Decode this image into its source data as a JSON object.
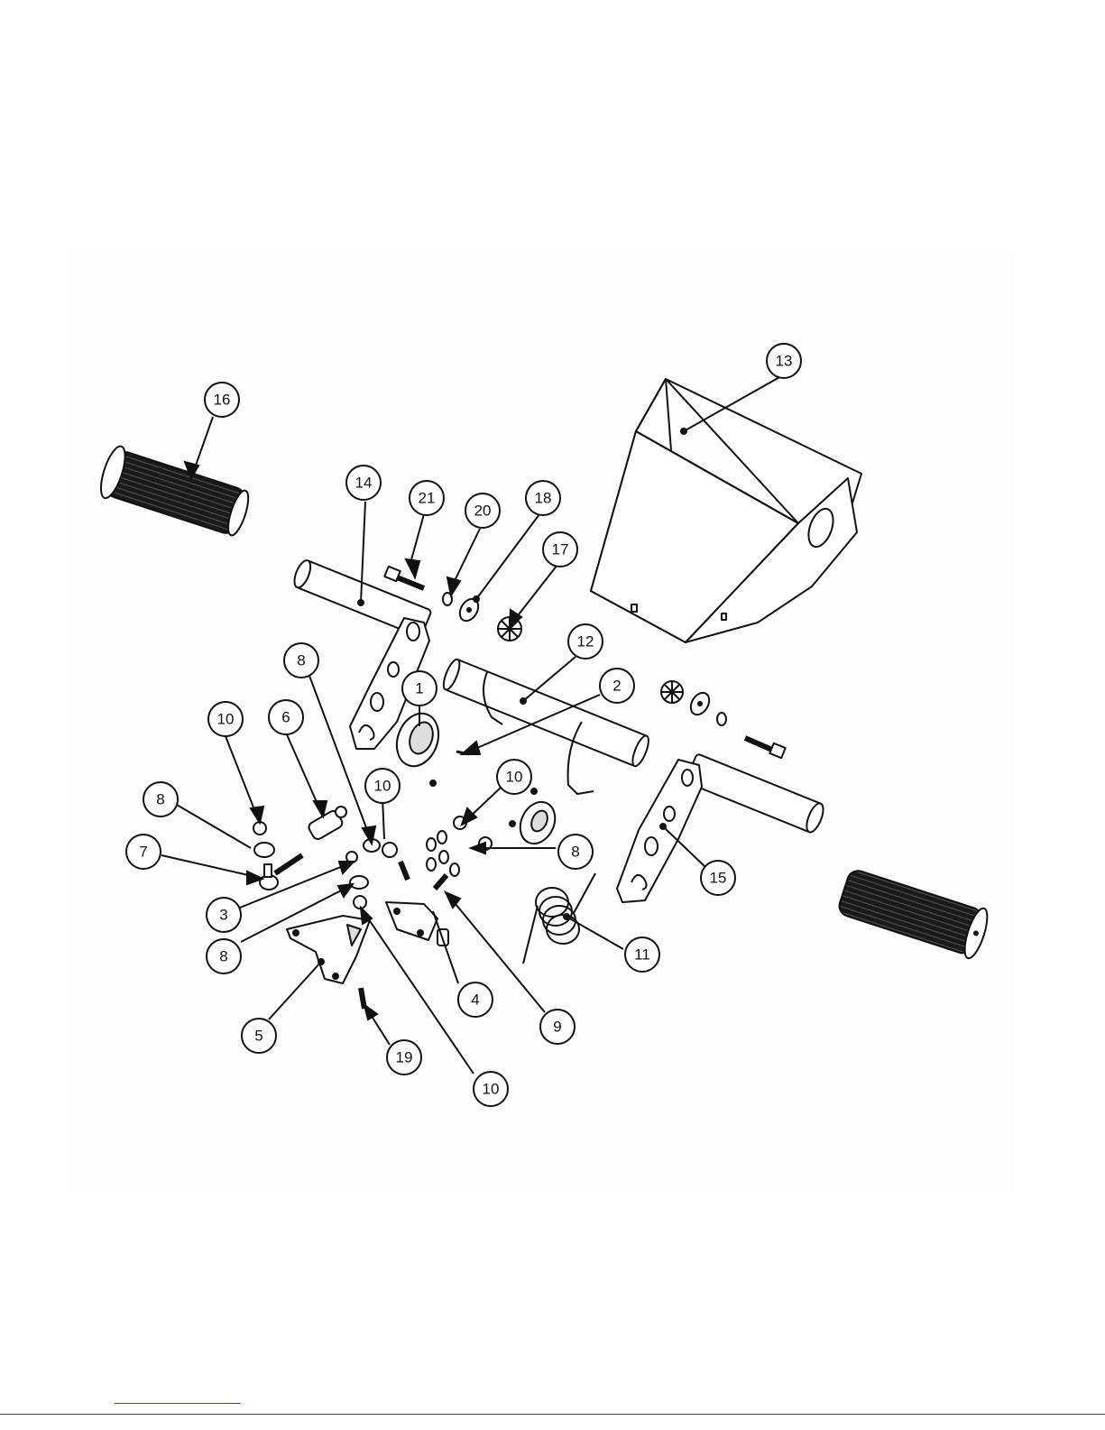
{
  "diagram": {
    "callouts": [
      {
        "label": "1"
      },
      {
        "label": "2"
      },
      {
        "label": "3"
      },
      {
        "label": "4"
      },
      {
        "label": "5"
      },
      {
        "label": "6"
      },
      {
        "label": "7"
      },
      {
        "label": "8"
      },
      {
        "label": "8"
      },
      {
        "label": "8"
      },
      {
        "label": "8"
      },
      {
        "label": "9"
      },
      {
        "label": "10"
      },
      {
        "label": "10"
      },
      {
        "label": "10"
      },
      {
        "label": "10"
      },
      {
        "label": "11"
      },
      {
        "label": "12"
      },
      {
        "label": "13"
      },
      {
        "label": "14"
      },
      {
        "label": "15"
      },
      {
        "label": "16"
      },
      {
        "label": "17"
      },
      {
        "label": "18"
      },
      {
        "label": "19"
      },
      {
        "label": "20"
      },
      {
        "label": "21"
      }
    ]
  }
}
